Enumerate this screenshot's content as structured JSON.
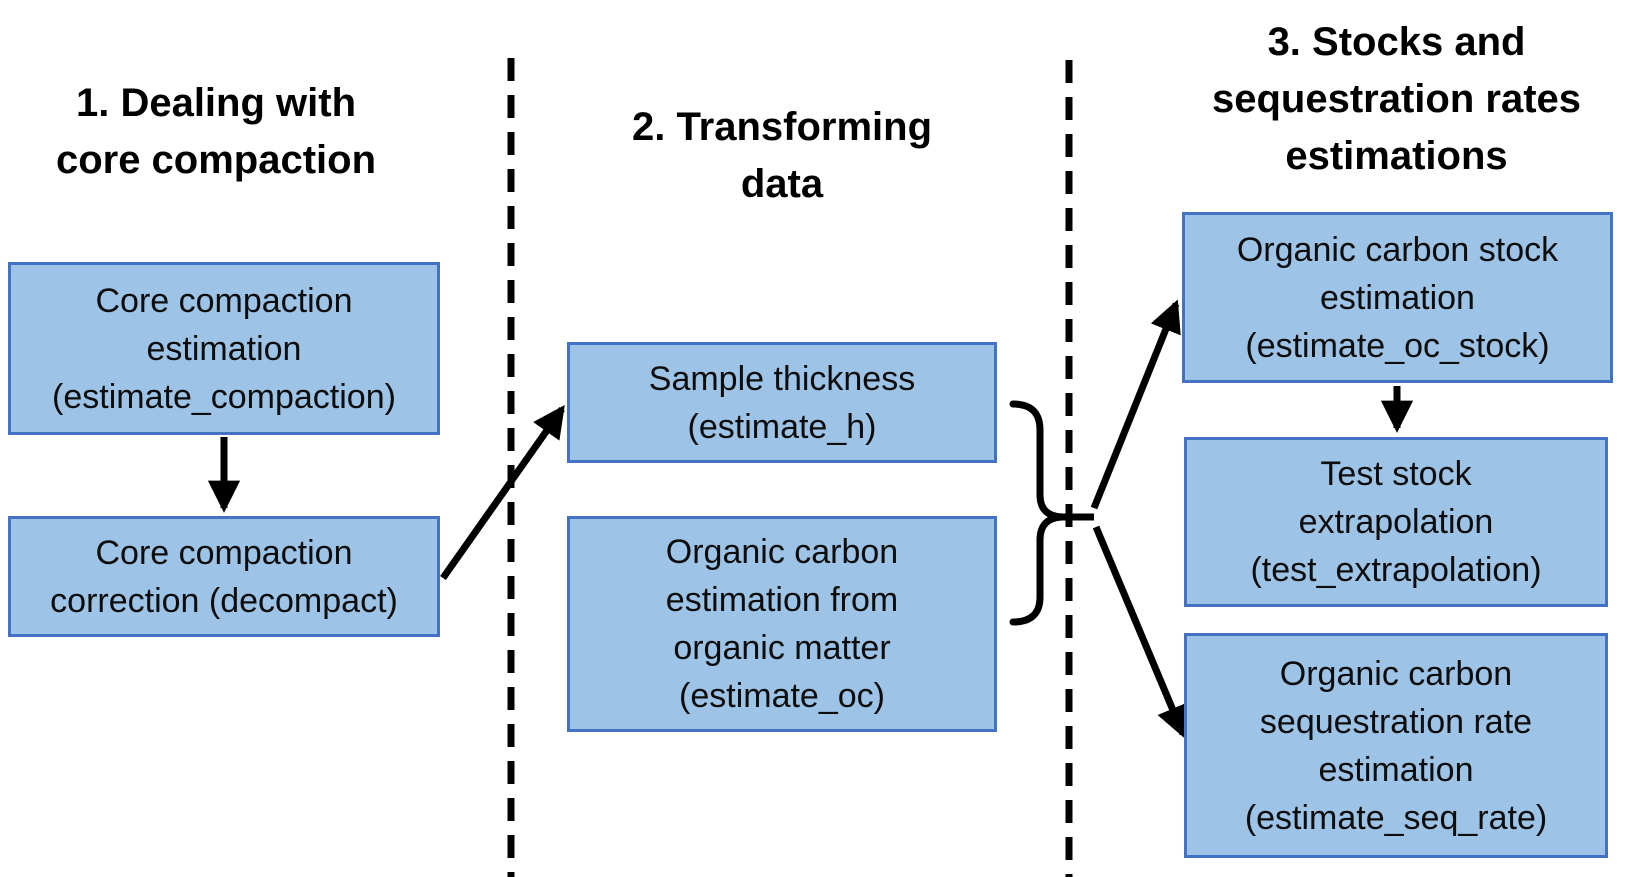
{
  "colors": {
    "box_fill": "#9DC3E6",
    "box_border": "#4472C4",
    "line": "#000000",
    "background": "#FFFFFF",
    "text": "#000000"
  },
  "sections": [
    {
      "title": "1. Dealing with\ncore compaction",
      "boxes": [
        {
          "label": "Core compaction\nestimation\n(estimate_compaction)"
        },
        {
          "label": "Core compaction\ncorrection (decompact)"
        }
      ]
    },
    {
      "title": "2. Transforming\ndata",
      "boxes": [
        {
          "label": "Sample thickness\n(estimate_h)"
        },
        {
          "label": "Organic carbon\nestimation from\norganic matter\n(estimate_oc)"
        }
      ]
    },
    {
      "title": "3. Stocks and\nsequestration rates\nestimations",
      "boxes": [
        {
          "label": "Organic carbon stock\nestimation\n(estimate_oc_stock)"
        },
        {
          "label": "Test stock\nextrapolation\n(test_extrapolation)"
        },
        {
          "label": "Organic carbon\nsequestration rate\nestimation\n(estimate_seq_rate)"
        }
      ]
    }
  ]
}
